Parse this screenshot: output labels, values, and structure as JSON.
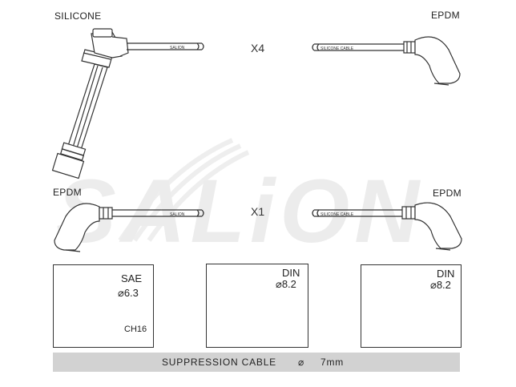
{
  "labels": {
    "top_left": "SILICONE",
    "top_right": "EPDM",
    "mid_left": "EPDM",
    "mid_right": "EPDM",
    "qty_top": "X4",
    "qty_mid": "X1"
  },
  "cable_print": {
    "a": "SALION",
    "b": "SILICONE CABLE"
  },
  "watermark": "SALiON",
  "boxes": {
    "sae": {
      "title": "SAE",
      "size": "⌀6.3",
      "code": "CH16"
    },
    "din_a": {
      "title": "DIN",
      "size": "⌀8.2"
    },
    "din_b": {
      "title": "DIN",
      "size": "⌀8.2"
    }
  },
  "footer": {
    "label": "SUPPRESSION CABLE",
    "symbol": "⌀",
    "value": "7mm"
  },
  "colors": {
    "line": "#333333",
    "watermark": "#ececec",
    "bar": "#d2d2d2"
  }
}
